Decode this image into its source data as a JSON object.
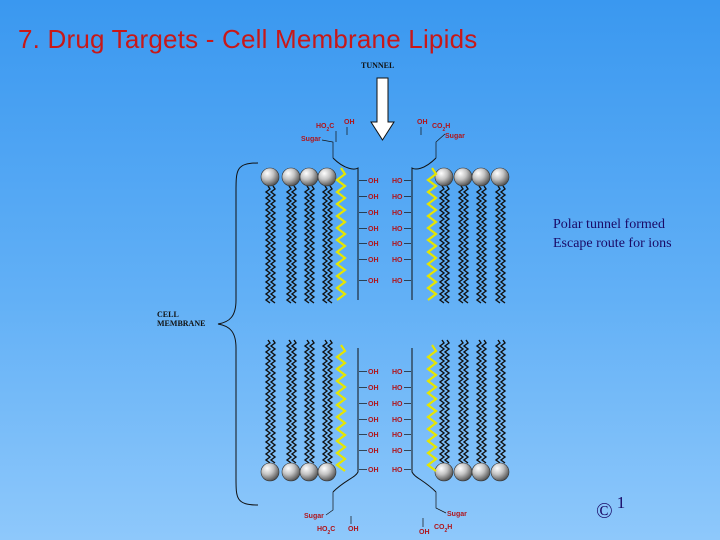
{
  "title": "7. Drug Targets - Cell Membrane Lipids",
  "diagram": {
    "tunnel_label": "TUNNEL",
    "cell_membrane_label_line1": "CELL",
    "cell_membrane_label_line2": "MEMBRANE",
    "top_left_group": {
      "acid": "HO2C",
      "hydroxyl": "OH",
      "sugar": "Sugar"
    },
    "top_right_group": {
      "hydroxyl": "OH",
      "acid": "CO2H",
      "sugar": "Sugar"
    },
    "bottom_left_group": {
      "sugar": "Sugar",
      "acid": "HO2C",
      "hydroxyl": "OH"
    },
    "bottom_right_group": {
      "sugar": "Sugar",
      "hydroxyl": "OH",
      "acid": "CO2H"
    },
    "channel_left_label": "OH",
    "channel_right_label": "HO",
    "colors": {
      "lipid_head": "#9a9a9a",
      "lipid_tail": "#111111",
      "polyene_chain": "#e6e600",
      "title": "#c81818",
      "annotation_text": "#1a0a66",
      "chem_labels": "#b0141a"
    }
  },
  "notes": [
    "Polar tunnel formed",
    "Escape route for ions"
  ],
  "footer": {
    "copyright": "©",
    "page_number": "1"
  }
}
